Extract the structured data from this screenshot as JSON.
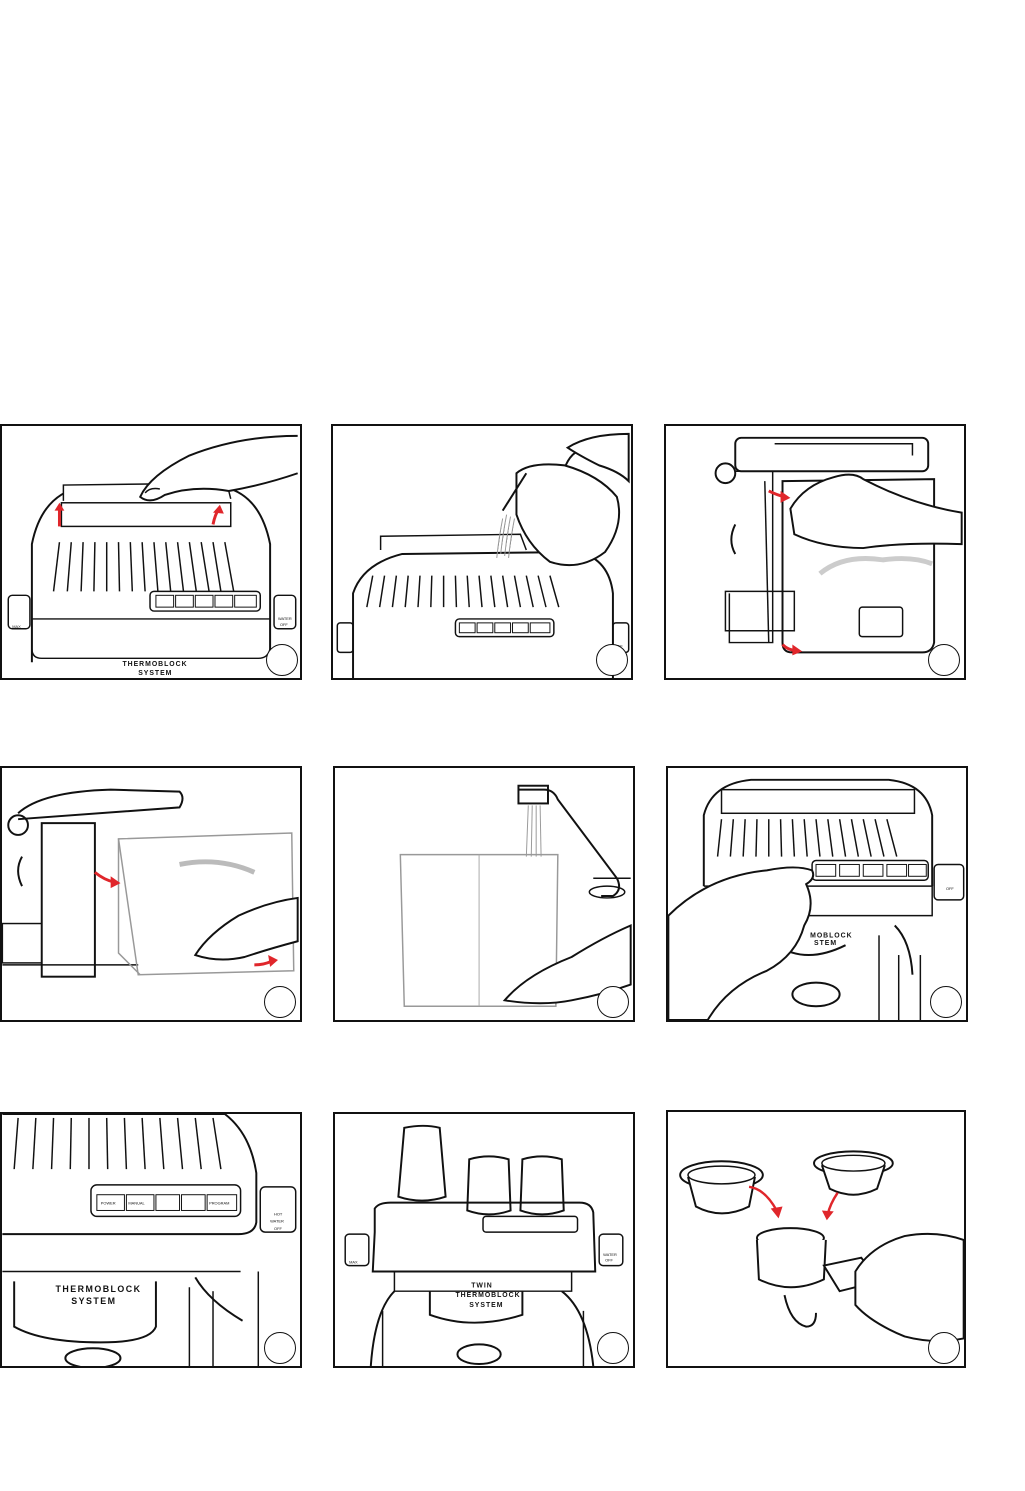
{
  "labels": {
    "thermoblock": "THERMOBLOCK",
    "system": "SYSTEM",
    "twin": "TWIN",
    "hot": "HOT",
    "water": "WATER",
    "off": "OFF",
    "max": "MAX",
    "power": "POWER",
    "manual": "MANUAL",
    "program": "PROGRAM",
    "moblock": "MOBLOCK",
    "stem": "STEM"
  },
  "colors": {
    "line": "#111111",
    "arrow": "#e0262b",
    "stream": "#9a9a9a"
  },
  "panels": [
    {
      "id": "fill-lid-lift",
      "step": ""
    },
    {
      "id": "pour-water-jug",
      "step": ""
    },
    {
      "id": "remove-tank-side",
      "step": ""
    },
    {
      "id": "slide-tank-out",
      "step": ""
    },
    {
      "id": "fill-tank-tap",
      "step": ""
    },
    {
      "id": "press-power",
      "step": ""
    },
    {
      "id": "control-panel-closeup",
      "step": ""
    },
    {
      "id": "cups-warming-tray",
      "step": ""
    },
    {
      "id": "filter-baskets",
      "step": ""
    }
  ]
}
